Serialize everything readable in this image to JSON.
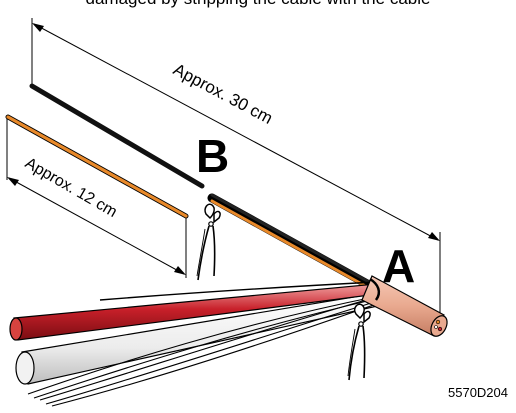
{
  "caption": "damaged by stripping the cable with the cable",
  "labels": {
    "point_a": "A",
    "point_b": "B"
  },
  "dimensions": {
    "long": "Approx. 30 cm",
    "short": "Approx. 12 cm"
  },
  "reference_code": "5570D204",
  "colors": {
    "insulation_orange": "#e8892a",
    "outer_sheath": "#e9a98f",
    "red_core": "#c8202a",
    "black_core": "#111111",
    "dimension_line": "#000000"
  }
}
